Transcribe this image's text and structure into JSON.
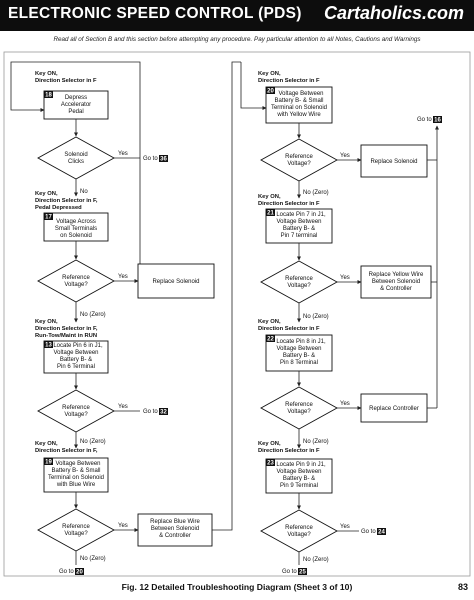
{
  "header": {
    "title": "ELECTRONIC SPEED CONTROL (PDS)",
    "brand": "Cartaholics.com"
  },
  "instructions": "Read all of Section B and this section before attempting any procedure. Pay particular attention to all Notes, Cautions and Warnings",
  "colors": {
    "header_bg": "#0d0d0d",
    "header_text": "#ffffff",
    "line": "#222222",
    "frame": "#999999"
  },
  "condition_lines": {
    "key_on": "Key ON,",
    "direction_in_f": "Direction Selector in F",
    "direction_in_f_comma": "Direction Selector in F,",
    "pedal_depressed": "Pedal Depressed",
    "run_tow": "Run-Tow/Maint in RUN"
  },
  "answers": {
    "yes": "Yes",
    "no": "No",
    "no_zero": "No (Zero)"
  },
  "goto_label": "Go to",
  "left_column": {
    "step18": {
      "num": "18",
      "lines": [
        "Depress",
        "Accelerator",
        "Pedal"
      ]
    },
    "solenoid_clicks": {
      "lines": [
        "Solenoid",
        "Clicks"
      ],
      "yes_goto": "36"
    },
    "step17": {
      "num": "17",
      "lines": [
        "Voltage Across",
        "Small Terminals",
        "on Solenoid"
      ]
    },
    "ref_voltage_1": {
      "lines": [
        "Reference",
        "Voltage?"
      ]
    },
    "replace_solenoid": {
      "label": "Replace Solenoid"
    },
    "step13": {
      "num": "13",
      "lines": [
        "Locate Pin 6 in J1,",
        "Voltage Between",
        "Battery B- &",
        "Pin 6 Terminal"
      ]
    },
    "ref_voltage_2": {
      "lines": [
        "Reference",
        "Voltage?"
      ],
      "yes_goto": "32"
    },
    "step19": {
      "num": "19",
      "lines": [
        "Voltage Between",
        "Battery B- & Small",
        "Terminal on Solenoid",
        "with Blue Wire"
      ]
    },
    "ref_voltage_3": {
      "lines": [
        "Reference",
        "Voltage?"
      ]
    },
    "replace_blue_wire": {
      "lines": [
        "Replace Blue Wire",
        "Between Solenoid",
        "& Controller"
      ]
    },
    "bottom_goto": "20"
  },
  "right_column": {
    "step20": {
      "num": "20",
      "lines": [
        "Voltage Between",
        "Battery B- & Small",
        "Terminal on Solenoid",
        "with Yellow Wire"
      ]
    },
    "top_goto": "16",
    "ref_voltage_1": {
      "lines": [
        "Reference",
        "Voltage?"
      ]
    },
    "replace_solenoid": {
      "label": "Replace Solenoid"
    },
    "step21": {
      "num": "21",
      "lines": [
        "Locate Pin 7 in J1,",
        "Voltage Between",
        "Battery B- &",
        "Pin 7 terminal"
      ]
    },
    "ref_voltage_2": {
      "lines": [
        "Reference",
        "Voltage?"
      ]
    },
    "replace_yellow_wire": {
      "lines": [
        "Replace Yellow Wire",
        "Between Solenoid",
        "& Controller"
      ]
    },
    "step22": {
      "num": "22",
      "lines": [
        "Locate Pin 8 in J1,",
        "Voltage Between",
        "Battery B- &",
        "Pin 8 Terminal"
      ]
    },
    "ref_voltage_3": {
      "lines": [
        "Reference",
        "Voltage?"
      ]
    },
    "replace_controller": {
      "label": "Replace Controller"
    },
    "step23": {
      "num": "23",
      "lines": [
        "Locate Pin 9 in J1,",
        "Voltage Between",
        "Battery B- &",
        "Pin 9 Terminal"
      ]
    },
    "ref_voltage_4": {
      "lines": [
        "Reference",
        "Voltage?"
      ],
      "yes_goto": "24"
    },
    "bottom_goto": "25"
  },
  "caption": "Fig. 12  Detailed Troubleshooting Diagram (Sheet 3 of 10)",
  "page_number": "83"
}
